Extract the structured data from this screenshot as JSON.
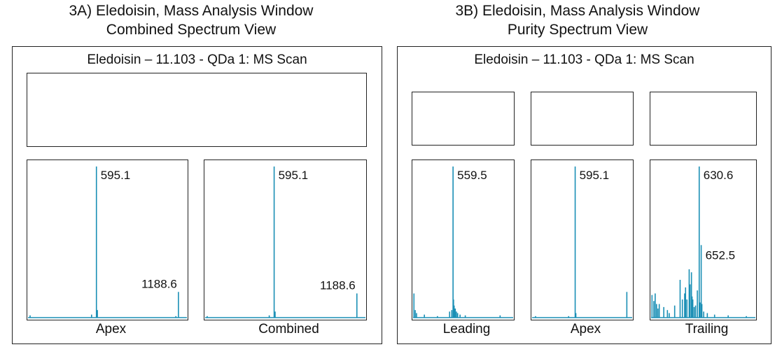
{
  "colors": {
    "trace": "#1a8fb5",
    "border": "#222222"
  },
  "figures": [
    {
      "title_line1": "3A) Eledoisin, Mass Analysis Window",
      "title_line2": "Combined Spectrum View",
      "panel_title": "Eledoisin – 11.103 - QDa 1: MS Scan"
    },
    {
      "title_line1": "3B) Eledoisin, Mass Analysis Window",
      "title_line2": "Purity Spectrum View",
      "panel_title": "Eledoisin – 11.103 - QDa 1: MS Scan"
    }
  ],
  "chart_data": [
    {
      "type": "line",
      "caption": "Apex",
      "xlim": [
        100,
        1250
      ],
      "ylim": [
        0,
        100
      ],
      "peaks": [
        [
          115,
          1.5
        ],
        [
          560,
          2
        ],
        [
          595.1,
          100
        ],
        [
          602,
          5
        ],
        [
          1170,
          1
        ],
        [
          1188.6,
          17
        ]
      ],
      "labels": [
        {
          "text": "595.1",
          "x": 595.1
        },
        {
          "text": "1188.6",
          "x": 1188.6
        }
      ]
    },
    {
      "type": "line",
      "caption": "Combined",
      "xlim": [
        100,
        1250
      ],
      "ylim": [
        0,
        100
      ],
      "peaks": [
        [
          115,
          1
        ],
        [
          560,
          1.5
        ],
        [
          595.1,
          100
        ],
        [
          602,
          4
        ],
        [
          1188.6,
          16
        ]
      ],
      "labels": [
        {
          "text": "595.1",
          "x": 595.1
        },
        {
          "text": "1188.6",
          "x": 1188.6
        }
      ]
    },
    {
      "type": "line",
      "caption": "Leading",
      "xlim": [
        100,
        1250
      ],
      "ylim": [
        0,
        100
      ],
      "peaks": [
        [
          110,
          16
        ],
        [
          125,
          5
        ],
        [
          140,
          3
        ],
        [
          230,
          2
        ],
        [
          380,
          1
        ],
        [
          520,
          4
        ],
        [
          545,
          5
        ],
        [
          559.5,
          100
        ],
        [
          565,
          12
        ],
        [
          572,
          8
        ],
        [
          585,
          6
        ],
        [
          598,
          4
        ],
        [
          612,
          3
        ],
        [
          640,
          2
        ],
        [
          700,
          1.5
        ],
        [
          1100,
          1.5
        ]
      ],
      "labels": [
        {
          "text": "559.5",
          "x": 559.5
        }
      ]
    },
    {
      "type": "line",
      "caption": "Apex",
      "xlim": [
        100,
        1250
      ],
      "ylim": [
        0,
        100
      ],
      "peaks": [
        [
          140,
          1
        ],
        [
          520,
          1
        ],
        [
          595.1,
          100
        ],
        [
          603,
          3
        ],
        [
          1188.6,
          17
        ]
      ],
      "labels": [
        {
          "text": "595.1",
          "x": 595.1
        }
      ]
    },
    {
      "type": "line",
      "caption": "Trailing",
      "xlim": [
        100,
        1250
      ],
      "ylim": [
        0,
        100
      ],
      "peaks": [
        [
          110,
          15
        ],
        [
          130,
          11
        ],
        [
          145,
          16
        ],
        [
          160,
          9
        ],
        [
          175,
          6
        ],
        [
          190,
          9
        ],
        [
          240,
          7
        ],
        [
          280,
          5
        ],
        [
          300,
          3
        ],
        [
          360,
          8
        ],
        [
          420,
          25
        ],
        [
          445,
          12
        ],
        [
          470,
          16
        ],
        [
          480,
          20
        ],
        [
          495,
          12
        ],
        [
          520,
          32
        ],
        [
          530,
          22
        ],
        [
          545,
          30
        ],
        [
          552,
          14
        ],
        [
          560,
          12
        ],
        [
          575,
          7
        ],
        [
          590,
          8
        ],
        [
          610,
          18
        ],
        [
          630.6,
          100
        ],
        [
          640,
          10
        ],
        [
          652.5,
          48
        ],
        [
          660,
          9
        ],
        [
          680,
          4
        ],
        [
          720,
          3
        ],
        [
          800,
          2
        ],
        [
          950,
          1.5
        ],
        [
          1150,
          1
        ]
      ],
      "labels": [
        {
          "text": "630.6",
          "x": 630.6
        },
        {
          "text": "652.5",
          "x": 652.5
        }
      ]
    }
  ]
}
